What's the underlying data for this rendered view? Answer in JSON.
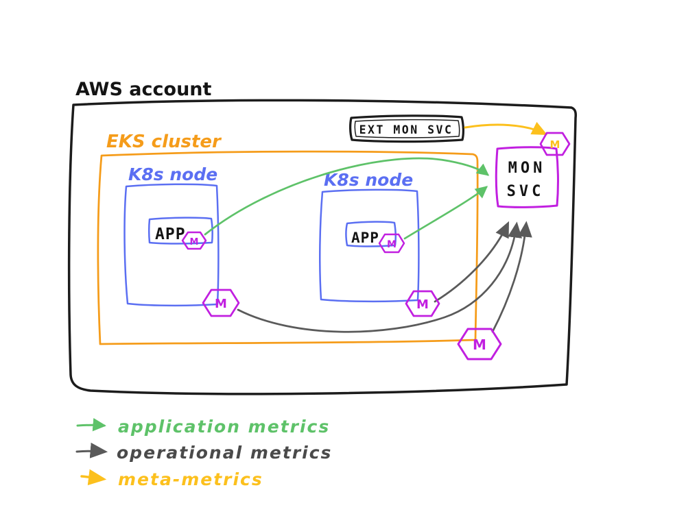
{
  "diagram": {
    "aws_account_label": "AWS account",
    "eks_cluster_label": "EKS cluster",
    "node1_label": "K8s node",
    "node2_label": "K8s node",
    "app1_label": "APP",
    "app2_label": "APP",
    "ext_mon_svc_label": "EXT MON SVC",
    "mon_svc_line1": "MON",
    "mon_svc_line2": "SVC",
    "m_badge": "M",
    "colors": {
      "outline_black": "#1c1c1c",
      "eks_orange": "#f59c1a",
      "node_blue": "#5b6ff2",
      "badge_purple": "#c11fe0",
      "application_green": "#5ec269",
      "operational_gray": "#5a5a5a",
      "meta_yellow": "#fcc01d",
      "legend_text_gray": "#4a4a4a",
      "text_black": "#141414"
    },
    "legend": {
      "items": [
        {
          "label": "application metrics",
          "color": "#5ec269"
        },
        {
          "label": "operational metrics",
          "color": "#4a4a4a"
        },
        {
          "label": "meta-metrics",
          "color": "#fcc01d"
        }
      ]
    }
  }
}
